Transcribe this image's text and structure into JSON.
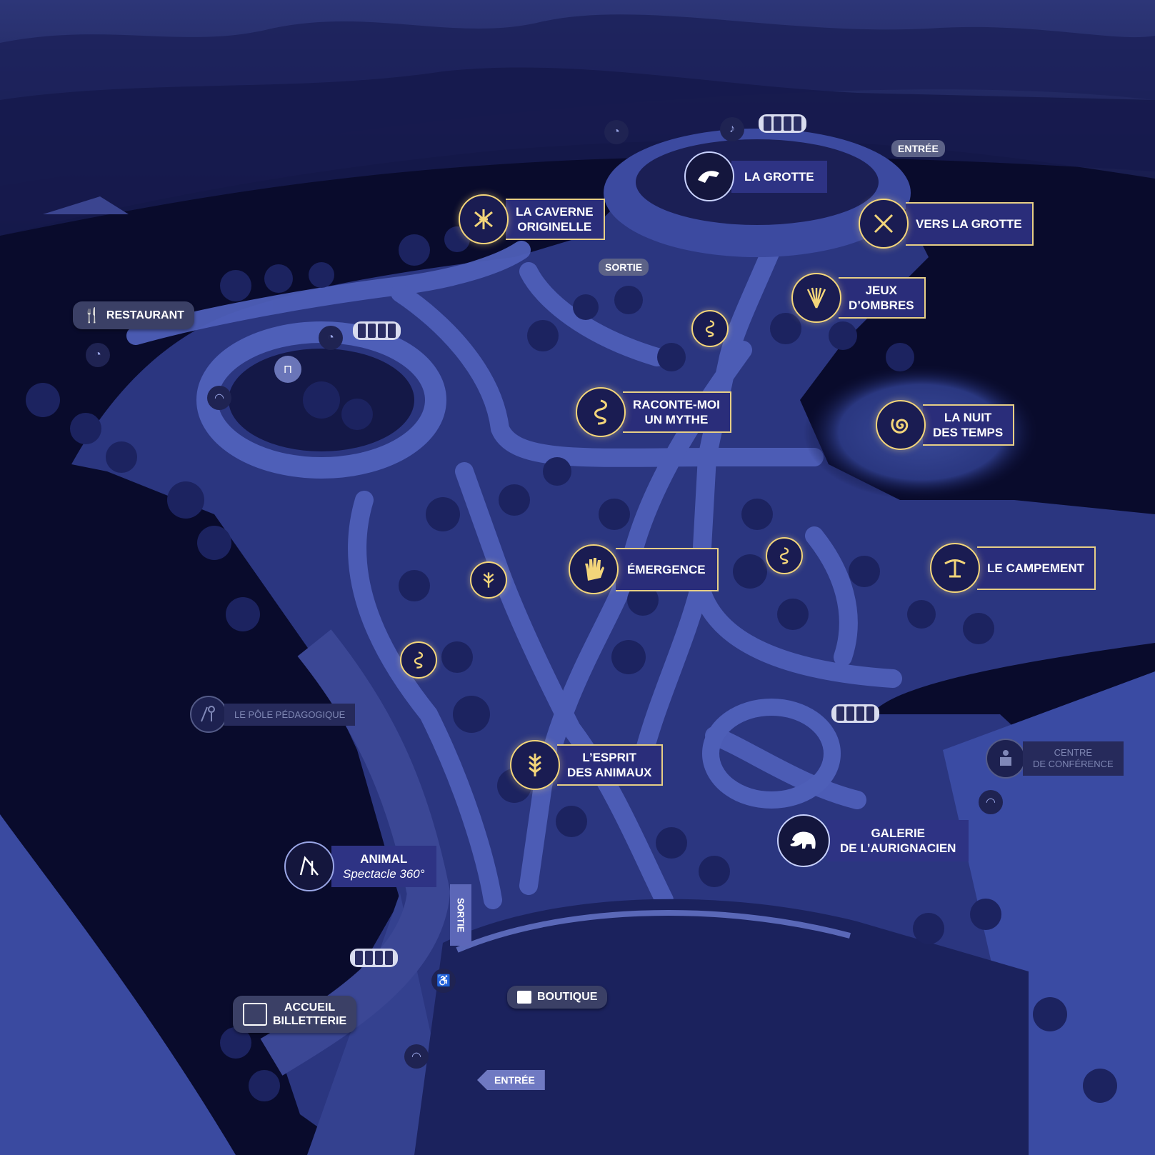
{
  "colors": {
    "sky": "#111442",
    "night": "#0a0c2e",
    "path": "#3f4ea3",
    "gold": "#f3d57a",
    "label_bg": "#2a2d7a"
  },
  "labels": {
    "la_grotte": "LA GROTTE",
    "caverne_line1": "LA CAVERNE",
    "caverne_line2": "ORIGINELLE",
    "vers_grotte": "VERS LA GROTTE",
    "jeux_line1": "JEUX",
    "jeux_line2": "D’OMBRES",
    "raconte_line1": "RACONTE-MOI",
    "raconte_line2": "UN MYTHE",
    "nuit_line1": "LA NUIT",
    "nuit_line2": "DES TEMPS",
    "emergence": "ÉMERGENCE",
    "campement": "LE CAMPEMENT",
    "esprit_line1": "L’ESPRIT",
    "esprit_line2": "DES ANIMAUX",
    "galerie_line1": "GALERIE",
    "galerie_line2": "DE L’AURIGNACIEN",
    "animal_title": "ANIMAL",
    "animal_subtitle": "Spectacle 360°",
    "accueil_line1": "ACCUEIL",
    "accueil_line2": "BILLETTERIE",
    "boutique": "BOUTIQUE",
    "restaurant": "RESTAURANT",
    "pole": "LE PÔLE PÉDAGOGIQUE",
    "centre_line1": "CENTRE",
    "centre_line2": "DE CONFÉRENCE",
    "entree_top": "ENTRÉE",
    "sortie_top": "SORTIE",
    "sortie_arrow": "SORTIE",
    "entree_bottom": "ENTRÉE"
  },
  "icons": [
    "caverne-icon",
    "grotte-cave-icon",
    "vers-grotte-icon",
    "jeux-ombres-icon",
    "raconte-squiggle-icon",
    "nuit-spiral-icon",
    "emergence-hand-icon",
    "campement-icon",
    "esprit-plant-icon",
    "mammoth-icon",
    "animal-show-icon",
    "accueil-ticket-icon",
    "boutique-gift-icon",
    "restaurant-cutlery-icon",
    "pole-pedagogique-icon",
    "conference-icon",
    "wifi-icon",
    "audio-guide-icon",
    "picnic-icon",
    "restroom-badge"
  ]
}
